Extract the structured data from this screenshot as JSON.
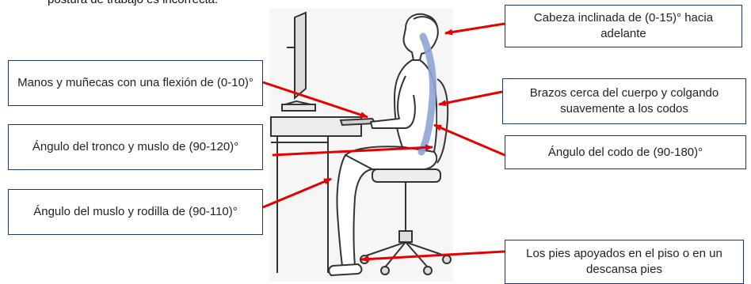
{
  "caption": "postura de trabajo es incorrecta.",
  "labels": {
    "head": "Cabeza inclinada de (0-15)° hacia adelante",
    "hands": "Manos y muñecas con una flexión de (0-10)°",
    "arms": "Brazos cerca del cuerpo y colgando suavemente a los codos",
    "trunk": "Ángulo del tronco y muslo de (90-120)°",
    "elbow": "Ángulo del codo de (90-180)°",
    "thigh": "Ángulo del muslo y rodilla de (90-110)°",
    "feet": "Los pies apoyados en el piso o en un descansa pies"
  },
  "colors": {
    "arrow": "#e60000",
    "box_border": "#1f3864",
    "spine": "#8fa3d6",
    "ink": "#333333"
  }
}
